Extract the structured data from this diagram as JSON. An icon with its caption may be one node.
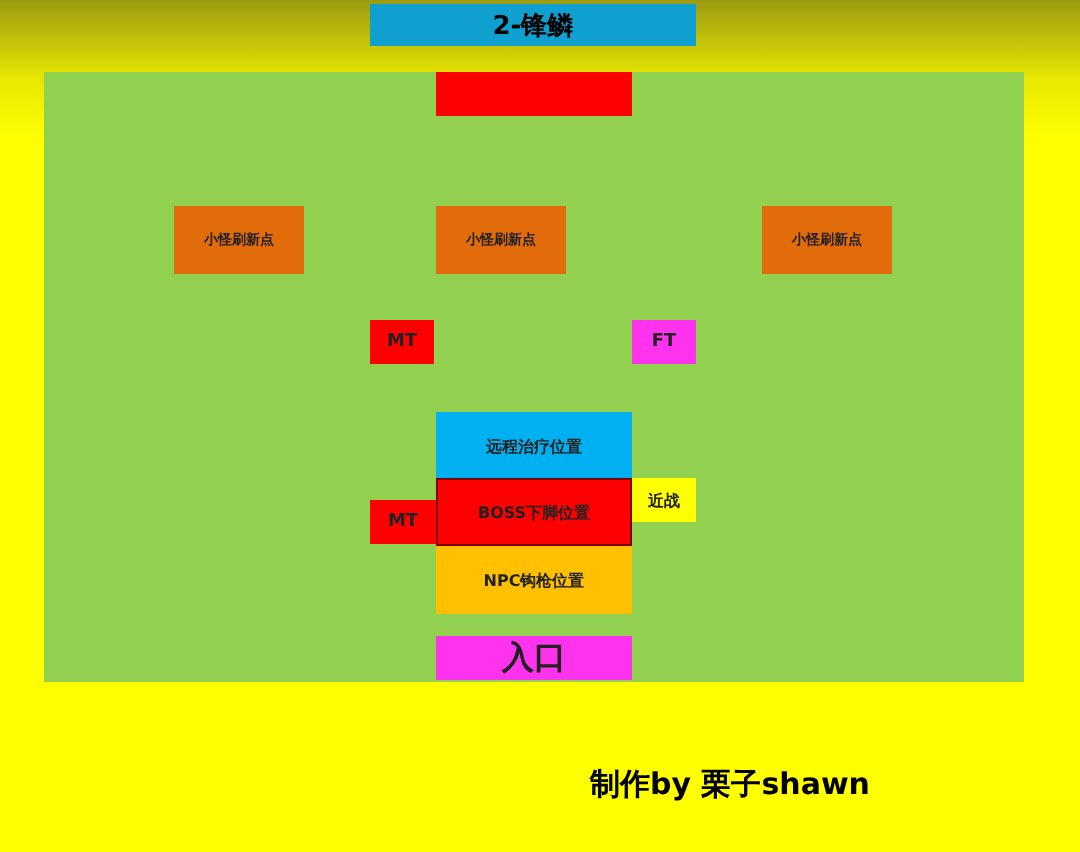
{
  "diagram": {
    "title": "2-锋鳞",
    "caption": "制作by 栗子shawn",
    "nodes": [
      {
        "text": [],
        "shape": "box"
      },
      {
        "text": [],
        "shape": "box",
        "in": 0
      },
      {
        "text": [
          "小怪刷新点"
        ],
        "in": 0
      },
      {
        "text": [
          "小怪刷新点"
        ],
        "in": 0
      },
      {
        "text": [
          "小怪刷新点"
        ],
        "in": 0
      },
      {
        "text": [
          "MT"
        ],
        "in": 0
      },
      {
        "text": [
          "FT"
        ],
        "in": 0
      },
      {
        "text": [
          "远程治疗位置"
        ],
        "in": 0
      },
      {
        "text": [
          "MT"
        ],
        "in": 0
      },
      {
        "text": [
          "BOSS下脚位置"
        ],
        "in": 0
      },
      {
        "text": [
          "近战"
        ],
        "in": 0
      },
      {
        "text": [
          "NPC钩枪位置"
        ],
        "in": 0
      },
      {
        "text": [
          "入口"
        ],
        "in": 0
      }
    ],
    "edges": []
  }
}
